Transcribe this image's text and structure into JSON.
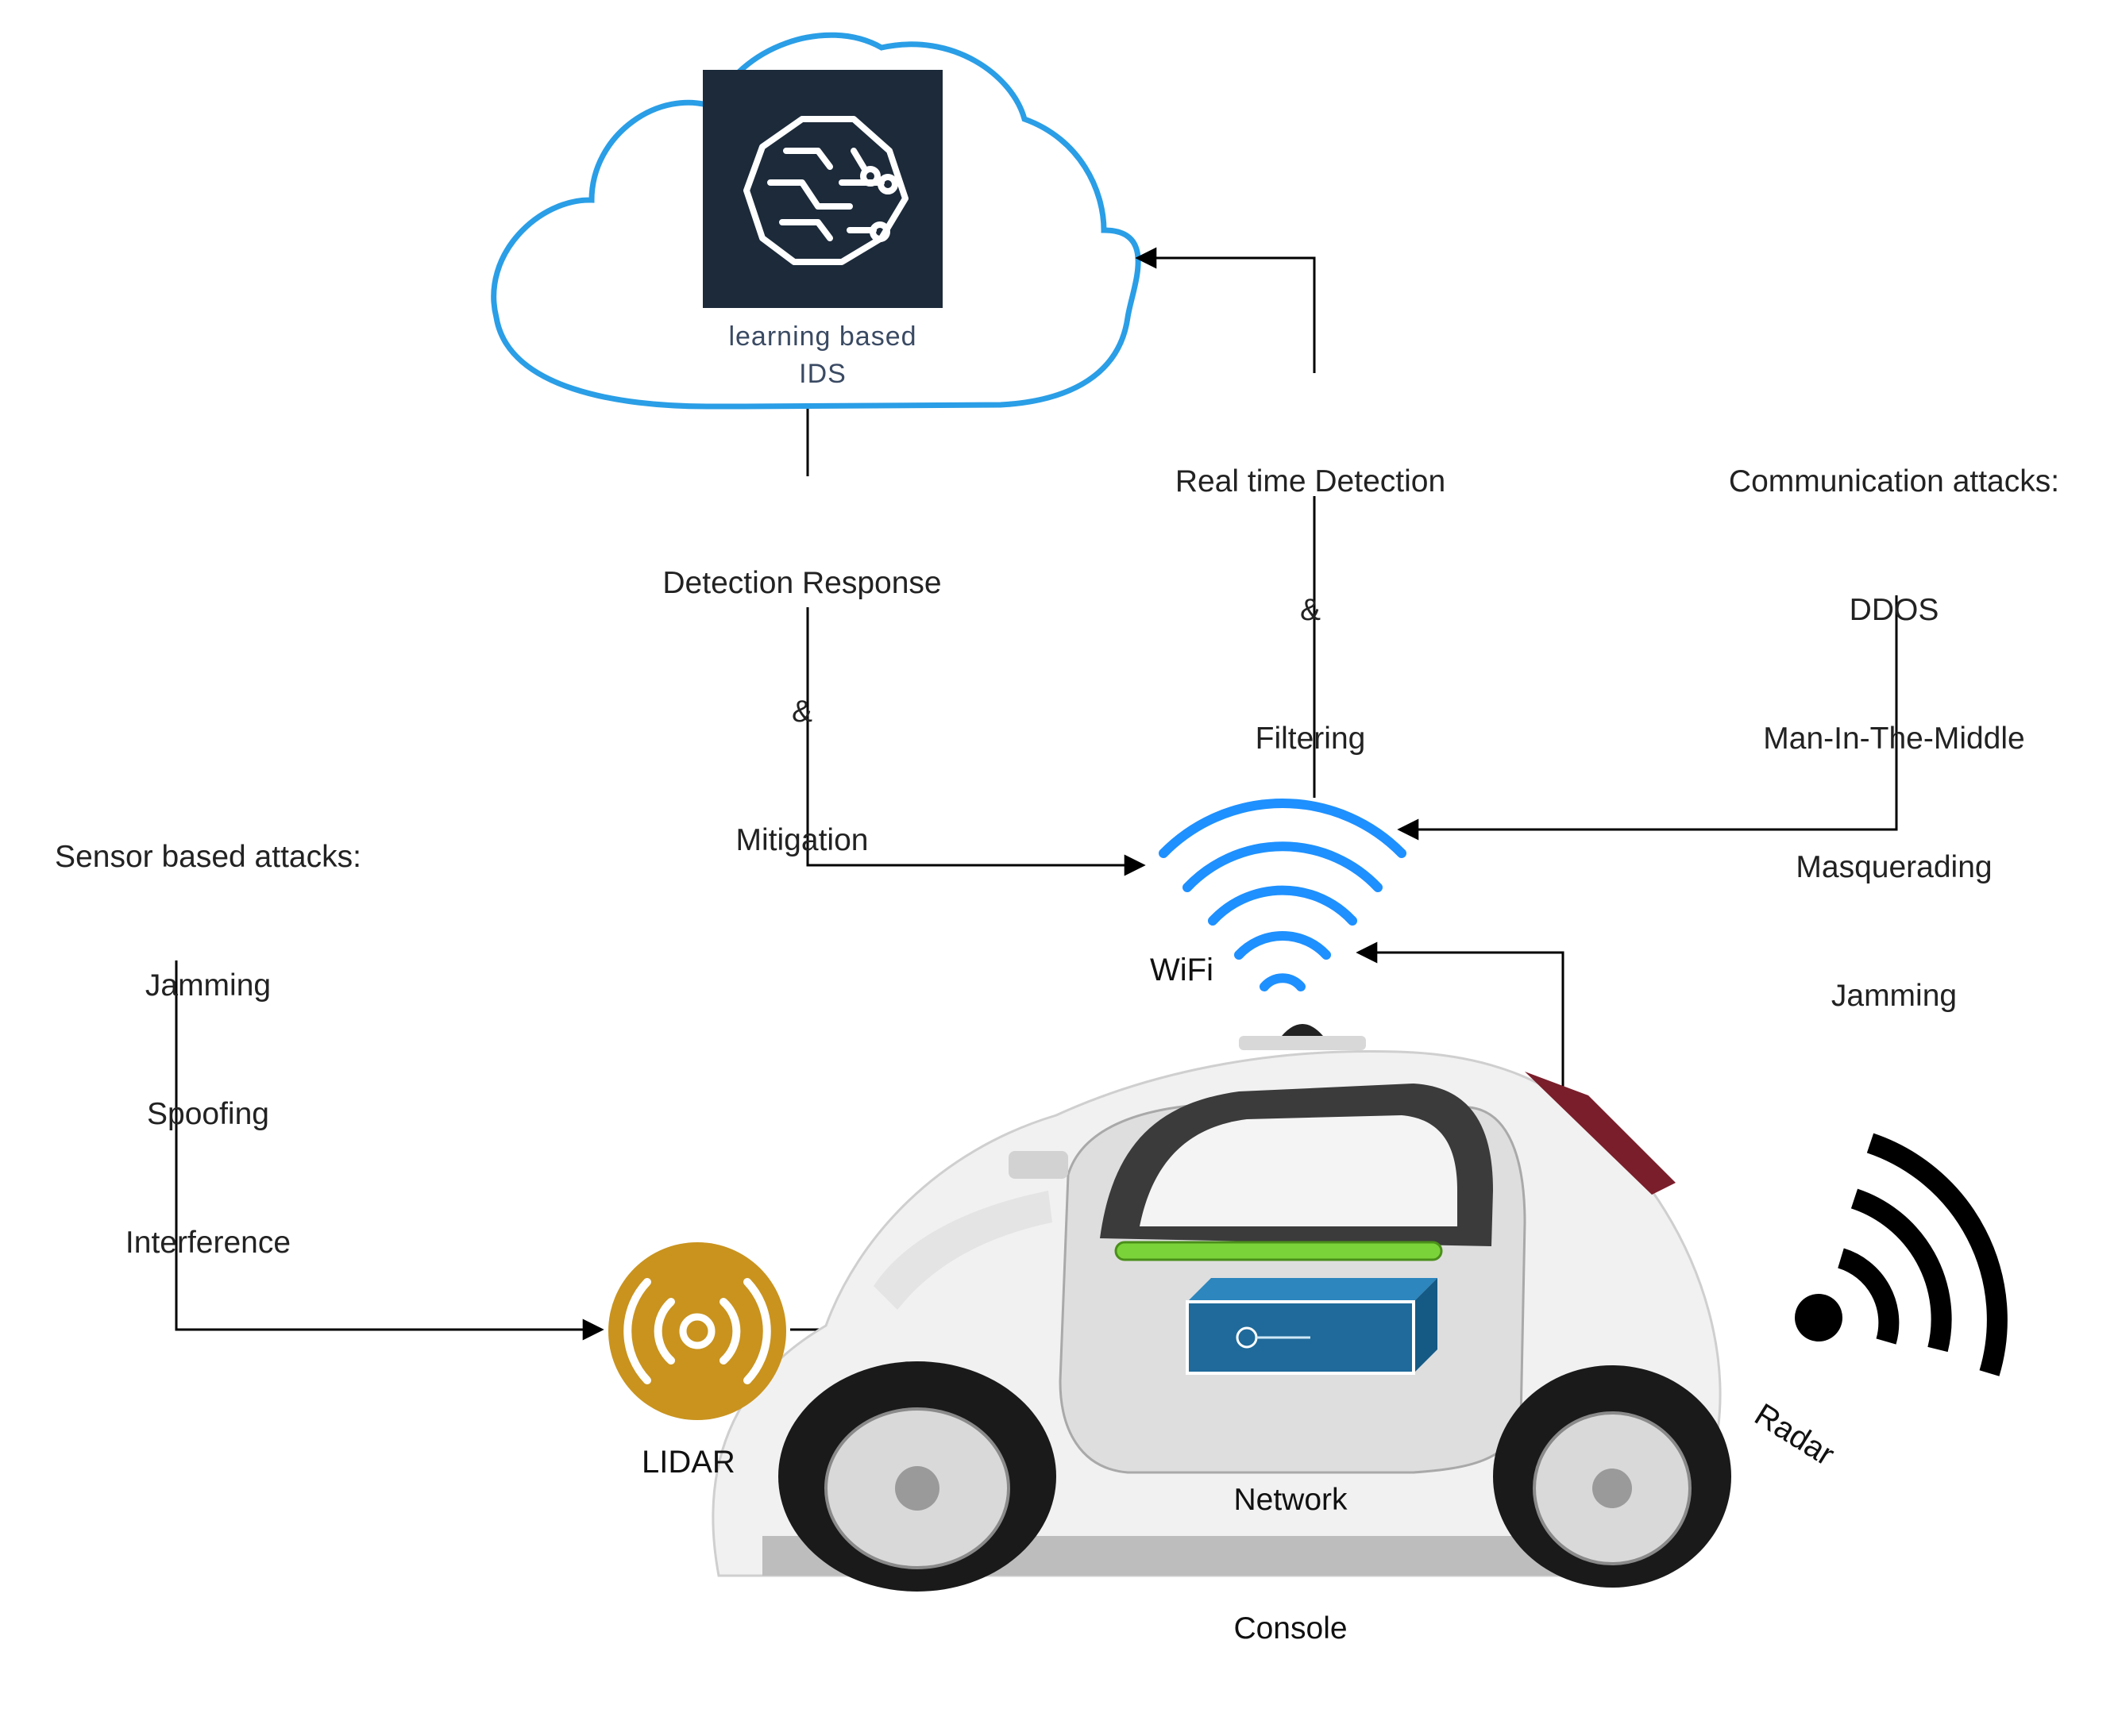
{
  "cloud": {
    "ids_label_line1": "learning based",
    "ids_label_line2": "IDS",
    "icon": "brain-circuit-icon"
  },
  "labels": {
    "detection_response": [
      "Detection Response",
      "&",
      "Mitigation"
    ],
    "realtime_detection": [
      "Real time Detection",
      "&",
      "Filtering"
    ],
    "communication_attacks": [
      "Communication attacks:",
      "DDOS",
      "Man-In-The-Middle",
      "Masquerading",
      "Jamming"
    ],
    "sensor_attacks": [
      "Sensor based attacks:",
      "Jamming",
      "Spoofing",
      "Interference"
    ],
    "wifi": "WiFi",
    "lidar": "LIDAR",
    "network_console": [
      "Network",
      "Console"
    ],
    "radar": "Radar"
  },
  "colors": {
    "cloud_stroke": "#2a9ee6",
    "ids_box": "#1c2a3a",
    "wifi": "#1e90ff",
    "lidar": "#c9931e",
    "console": "#1f6a9a",
    "car_body": "#f1f1f1",
    "green_strip": "#7bd33a",
    "radar": "#000000"
  }
}
